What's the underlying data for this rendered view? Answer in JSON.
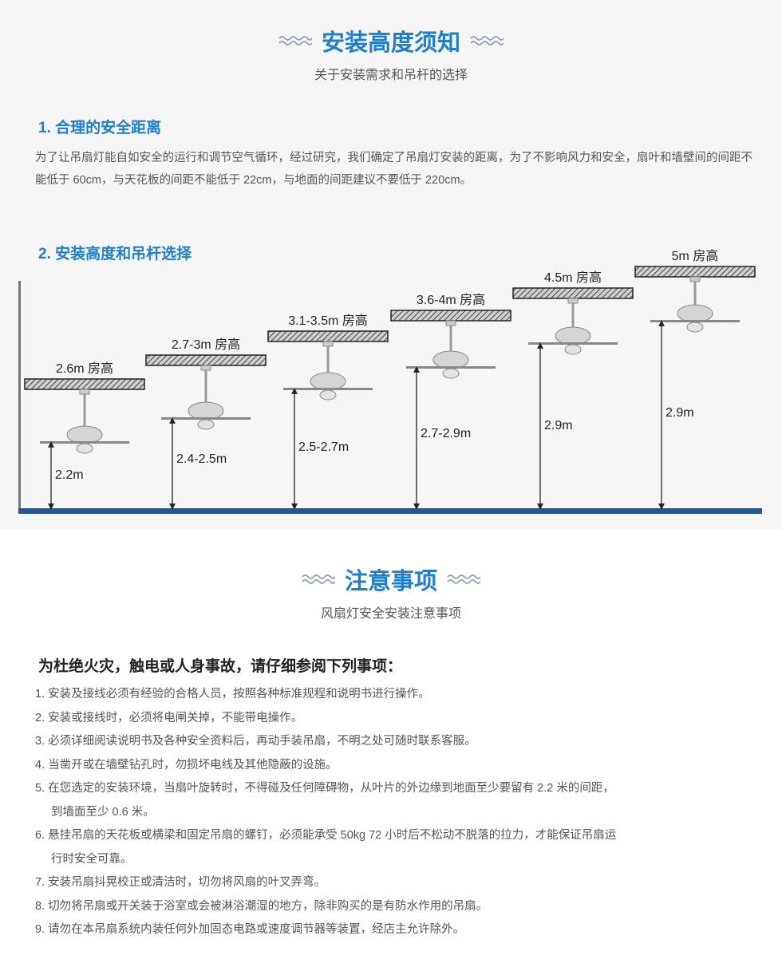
{
  "section1": {
    "title": "安装高度须知",
    "subtitle": "关于安装需求和吊杆的选择",
    "heading1": "1. 合理的安全距离",
    "paragraph": "为了让吊扇灯能自如安全的运行和调节空气循环，经过研究，我们确定了吊扇灯安装的距离，为了不影响风力和安全，扇叶和墙壁间的间距不能低于 60cm，与天花板的间距不能低于 22cm，与地面的间距建议不要低于 220cm。",
    "heading2": "2. 安装高度和吊杆选择",
    "fans": [
      {
        "room": "2.6m 房高",
        "clearance": "2.2m"
      },
      {
        "room": "2.7-3m 房高",
        "clearance": "2.4-2.5m"
      },
      {
        "room": "3.1-3.5m 房高",
        "clearance": "2.5-2.7m"
      },
      {
        "room": "3.6-4m 房高",
        "clearance": "2.7-2.9m"
      },
      {
        "room": "4.5m 房高",
        "clearance": "2.9m"
      },
      {
        "room": "5m 房高",
        "clearance": "2.9m"
      }
    ]
  },
  "section2": {
    "title": "注意事项",
    "subtitle": "风扇灯安全安装注意事项",
    "notice_title": "为杜绝火灾，触电或人身事故，请仔细参阅下列事项：",
    "items": [
      {
        "line1": "1. 安装及接线必须有经验的合格人员，按照各种标准规程和说明书进行操作。",
        "line2": ""
      },
      {
        "line1": "2. 安装或接线时，必须将电闸关掉，不能带电操作。",
        "line2": ""
      },
      {
        "line1": "3. 必须详细阅读说明书及各种安全资料后，再动手装吊扇，不明之处可随时联系客服。",
        "line2": ""
      },
      {
        "line1": "4. 当凿开或在墙壁钻孔时，勿损坏电线及其他隐蔽的设施。",
        "line2": ""
      },
      {
        "line1": "5. 在您选定的安装环境，当扇叶旋转时，不得碰及任何障碍物，从叶片的外边缘到地面至少要留有 2.2 米的间距，",
        "line2": "到墙面至少 0.6 米。"
      },
      {
        "line1": "6. 悬挂吊扇的天花板或横梁和固定吊扇的螺钉，必须能承受 50kg 72 小时后不松动不脱落的拉力，才能保证吊扇运",
        "line2": "行时安全可靠。"
      },
      {
        "line1": "7. 安装吊扇抖晃校正或清洁时，切勿将风扇的叶叉弄弯。",
        "line2": ""
      },
      {
        "line1": "8. 切勿将吊扇或开关装于浴室或会被淋浴潮湿的地方，除非购买的是有防水作用的吊扇。",
        "line2": ""
      },
      {
        "line1": "9. 请勿在本吊扇系统内装任何外加固态电路或速度调节器等装置，经店主允许除外。",
        "line2": ""
      }
    ]
  },
  "colors": {
    "accent": "#1d7fcf",
    "floor": "#1a5a9c"
  },
  "icons": [
    "wave-icon"
  ]
}
